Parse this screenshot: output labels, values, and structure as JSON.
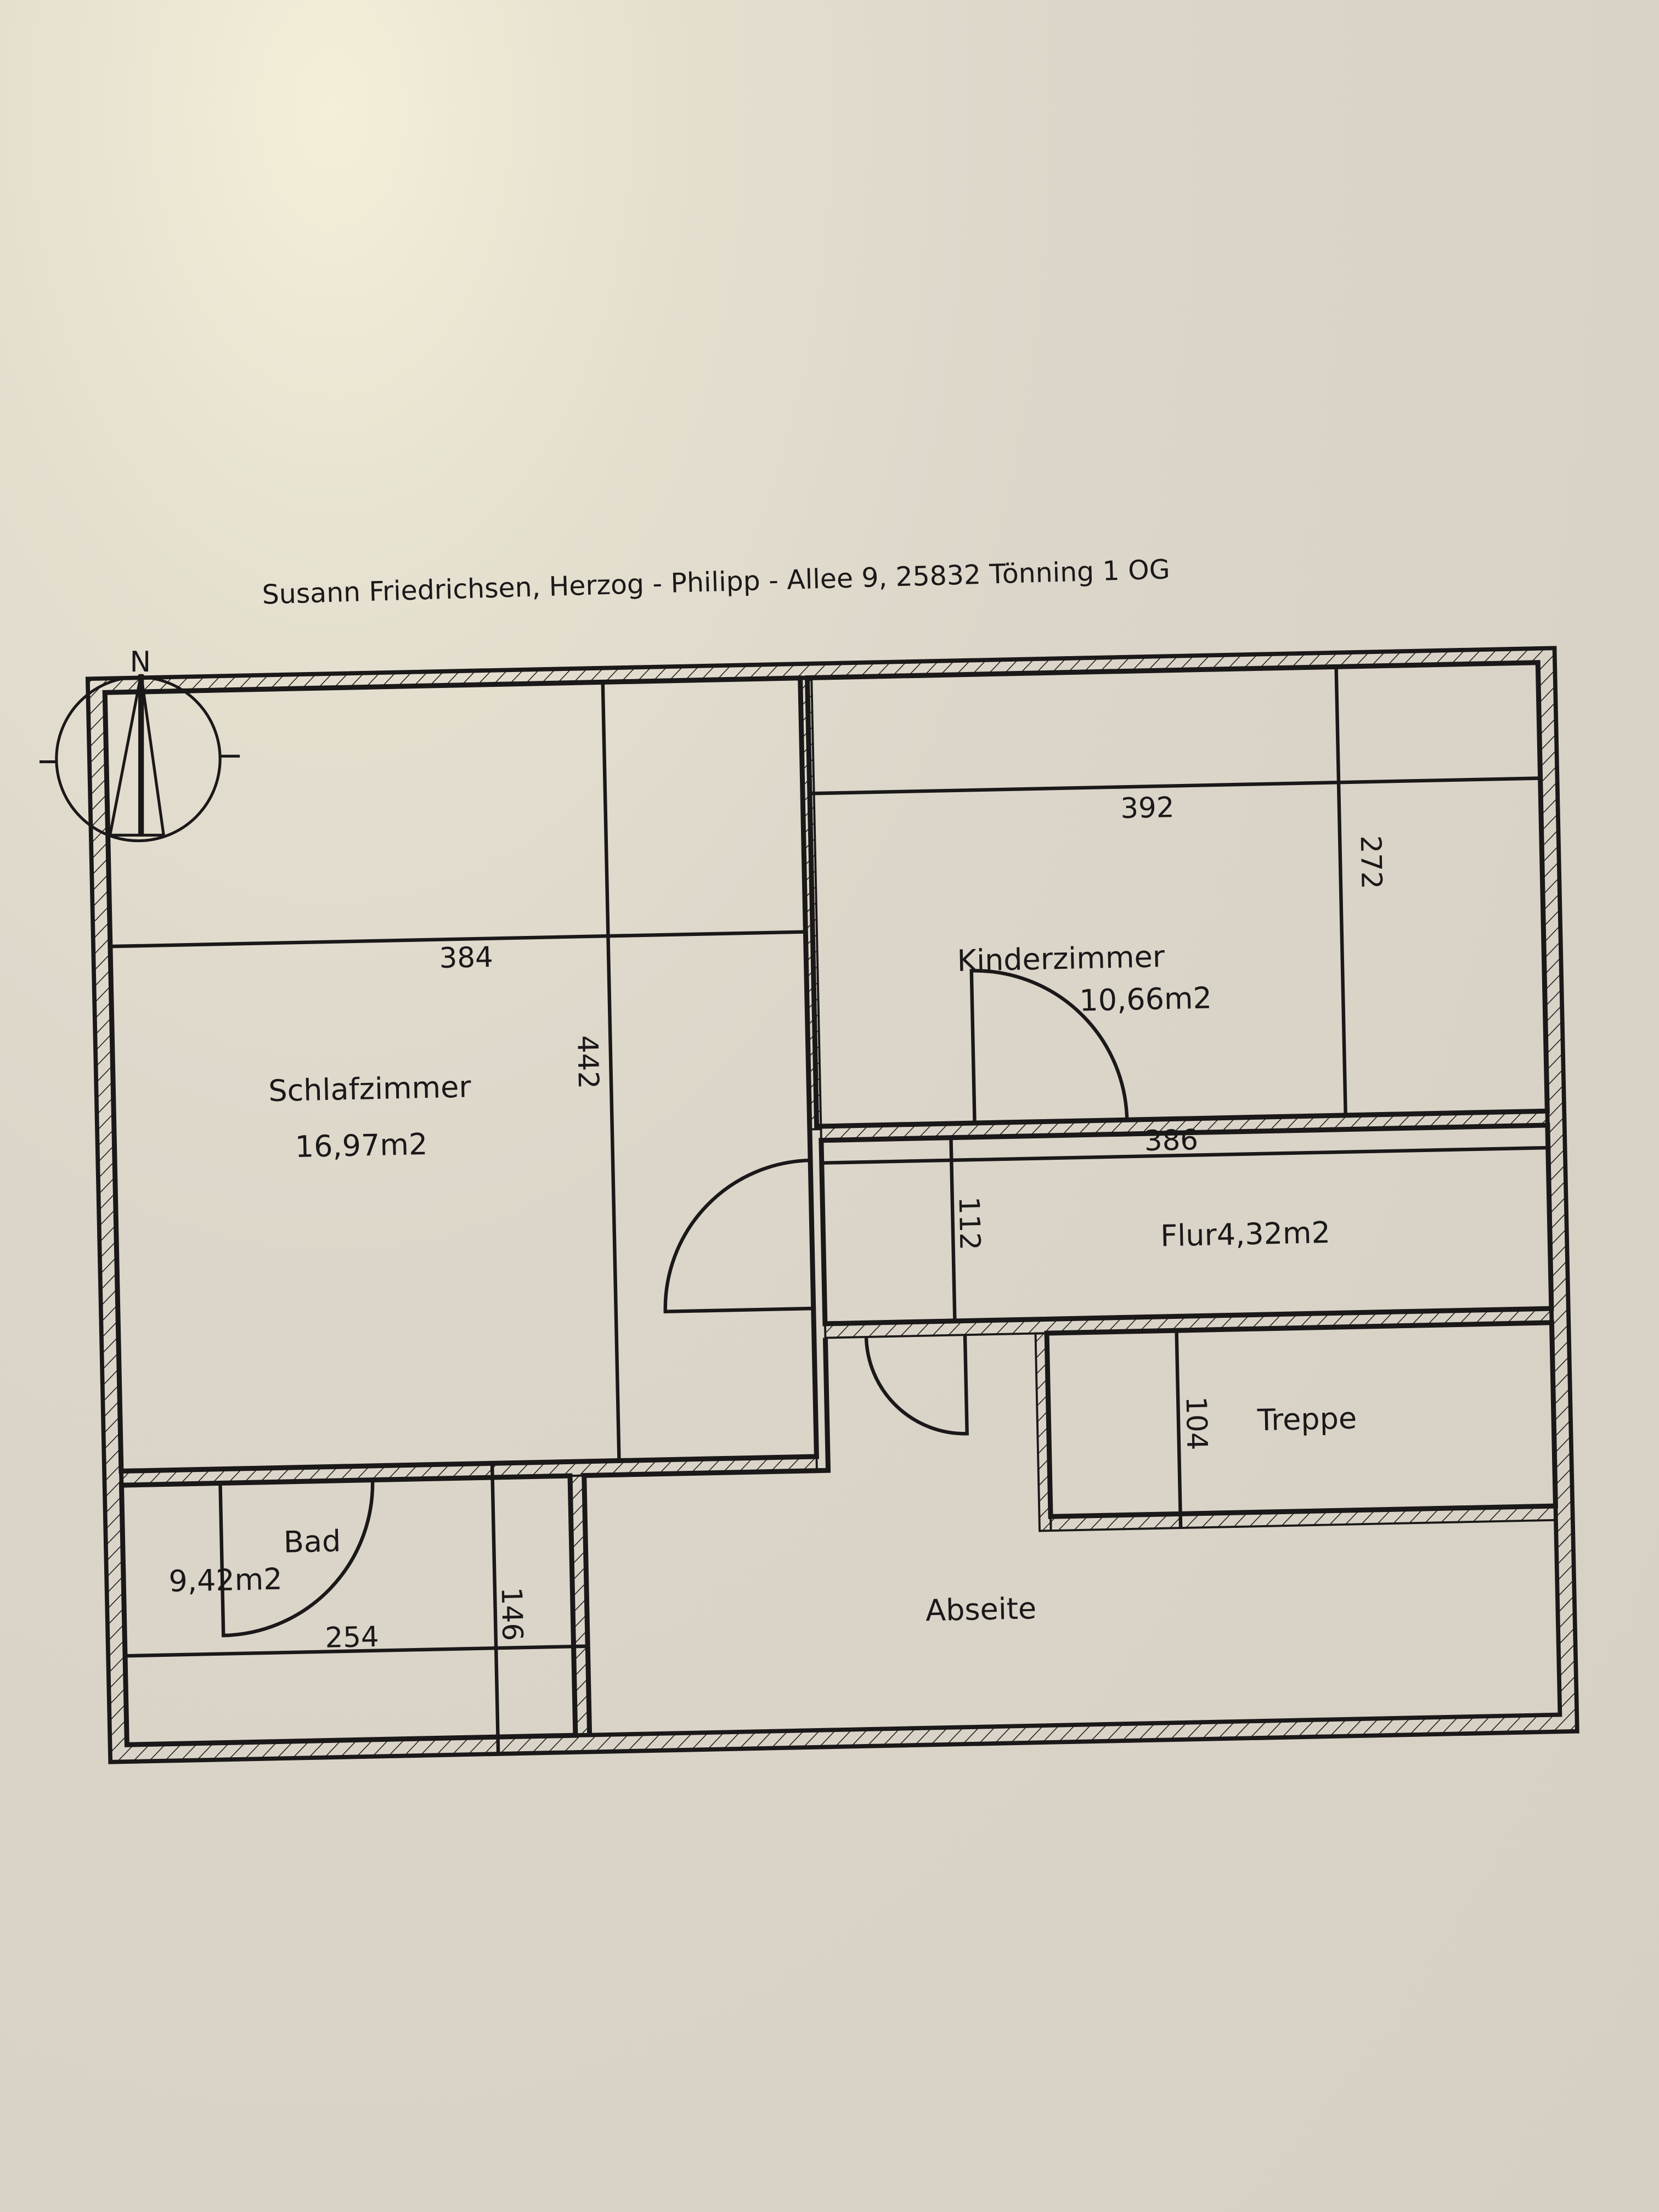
{
  "header": {
    "title": "Susann Friedrichsen, Herzog - Philipp - Allee 9, 25832 Tönning  1 OG"
  },
  "compass": {
    "label": "N"
  },
  "rooms": {
    "schlafzimmer": {
      "name": "Schlafzimmer",
      "area": "16,97m2",
      "width": "384",
      "depth": "442"
    },
    "kinderzimmer": {
      "name": "Kinderzimmer",
      "area": "10,66m2",
      "width": "392",
      "depth": "272"
    },
    "flur": {
      "name": "Flur4,32m2",
      "width": "386",
      "depth": "112"
    },
    "treppe": {
      "name": "Treppe",
      "depth": "104"
    },
    "bad": {
      "name": "Bad",
      "area": "9,42m2",
      "width": "254",
      "depth": "146"
    },
    "abseite": {
      "name": "Abseite"
    }
  },
  "colors": {
    "line": "#1a1818",
    "paper": "#dcd6ca"
  }
}
